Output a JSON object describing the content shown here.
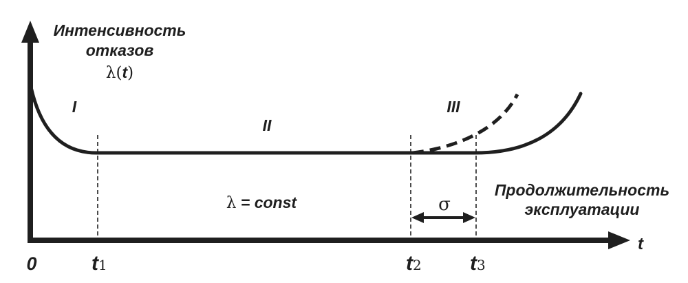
{
  "diagram": {
    "y_axis_label_line1": "Интенсивность",
    "y_axis_label_line2": "отказов",
    "y_axis_symbol_lambda": "λ",
    "y_axis_symbol_open": "(",
    "y_axis_symbol_t": "t",
    "y_axis_symbol_close": ")",
    "x_axis_label_line1": "Продолжительность",
    "x_axis_label_line2": "эксплуатации",
    "x_axis_var": "t",
    "origin": "0",
    "ticks": [
      {
        "main": "t",
        "sub": "1"
      },
      {
        "main": "t",
        "sub": "2"
      },
      {
        "main": "t",
        "sub": "3"
      }
    ],
    "regions": [
      "I",
      "II",
      "III"
    ],
    "formula_lambda": "λ",
    "formula_rest": " = const",
    "interval_symbol": "σ",
    "colors": {
      "ink": "#1f1f1f",
      "background": "#ffffff"
    }
  }
}
